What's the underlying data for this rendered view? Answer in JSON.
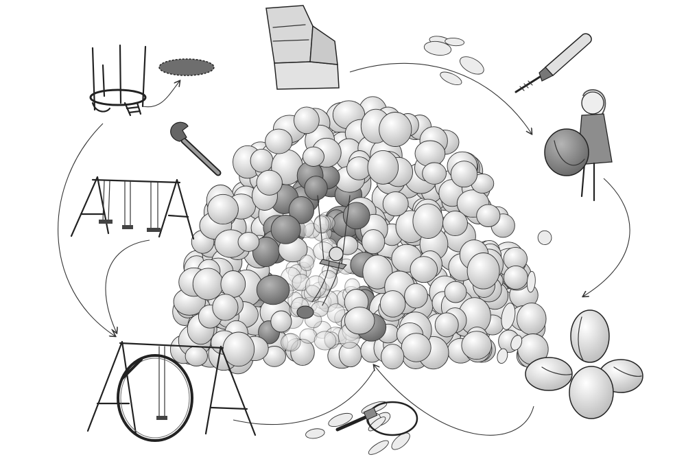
{
  "diagram": {
    "type": "illustrated-process-cycle",
    "style": "grayscale line art",
    "colors": {
      "ink": "#222222",
      "balloon_light": "#e6e6e6",
      "balloon_dark": "#8c8c8c",
      "cardboard": "#d8d8d8",
      "trampoline_mat": "#6e6e6e"
    },
    "items": [
      {
        "id": "trampoline-frame",
        "icon": "trampoline-frame-icon"
      },
      {
        "id": "trampoline-mat",
        "icon": "trampoline-mat-icon"
      },
      {
        "id": "cardboard-box",
        "icon": "cardboard-box-icon"
      },
      {
        "id": "uninflated-balloons",
        "icon": "balloon-pile-icon"
      },
      {
        "id": "balloon-pump",
        "icon": "hand-pump-icon"
      },
      {
        "id": "child-with-balloon",
        "icon": "child-holding-balloon-icon"
      },
      {
        "id": "balloon-cluster",
        "icon": "balloon-cluster-icon"
      },
      {
        "id": "zip-tie",
        "icon": "zip-tie-icon"
      },
      {
        "id": "wrench",
        "icon": "adjustable-wrench-icon"
      },
      {
        "id": "swing-set",
        "icon": "swing-set-icon"
      },
      {
        "id": "swing-frame-with-hoop",
        "icon": "swing-frame-hoop-icon"
      },
      {
        "id": "balloon-dome",
        "icon": "balloon-dome-fort-icon"
      }
    ],
    "flows": [
      {
        "from": "trampoline-frame",
        "to": "trampoline-mat"
      },
      {
        "from": "cardboard-box",
        "to": "child-with-balloon"
      },
      {
        "from": "child-with-balloon",
        "to": "balloon-cluster"
      },
      {
        "from": "balloon-cluster",
        "to": "balloon-dome"
      },
      {
        "from": "swing-frame-with-hoop",
        "to": "balloon-dome"
      },
      {
        "from": "trampoline-frame",
        "to": "swing-frame-with-hoop"
      },
      {
        "from": "swing-set",
        "to": "swing-frame-with-hoop"
      }
    ]
  }
}
